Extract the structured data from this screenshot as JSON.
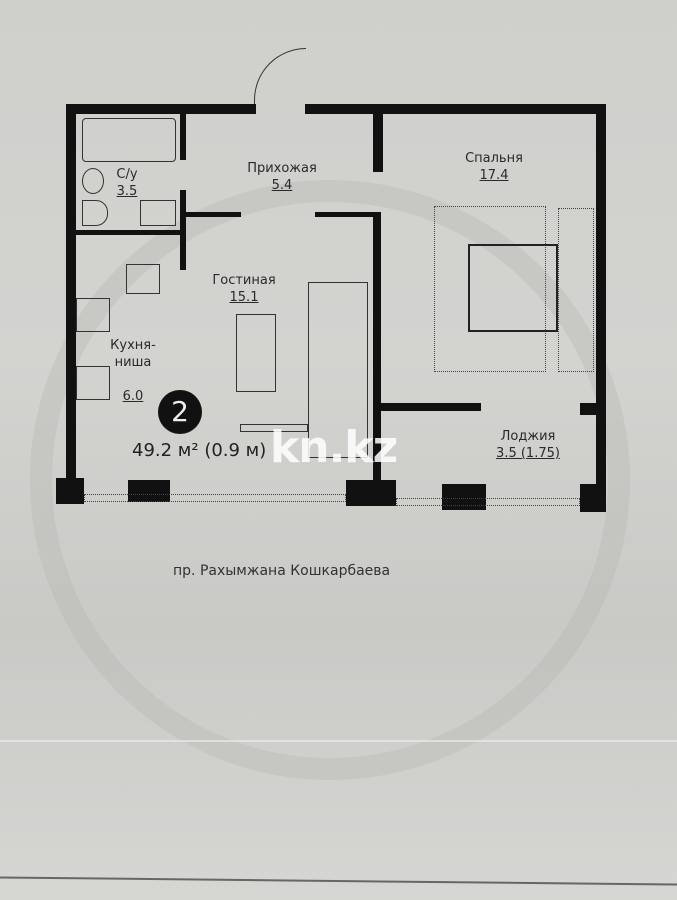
{
  "plan": {
    "rooms": [
      {
        "name": "С/у",
        "area": "3.5"
      },
      {
        "name": "Прихожая",
        "area": "5.4"
      },
      {
        "name": "Спальня",
        "area": "17.4"
      },
      {
        "name": "Гостиная",
        "area": "15.1"
      },
      {
        "name": "Кухня-\nниша",
        "area": "6.0"
      },
      {
        "name": "Лоджия",
        "area": "3.5 (1.75)"
      }
    ],
    "room_count_badge": "2",
    "total_area": "49.2 м² (0.9 м)",
    "street": "пр. Рахымжана Кошкарбаева"
  },
  "watermark": "kn.kz",
  "colors": {
    "paper": "#d0d0cd",
    "wall": "#111111",
    "text": "#2a2a2a"
  }
}
